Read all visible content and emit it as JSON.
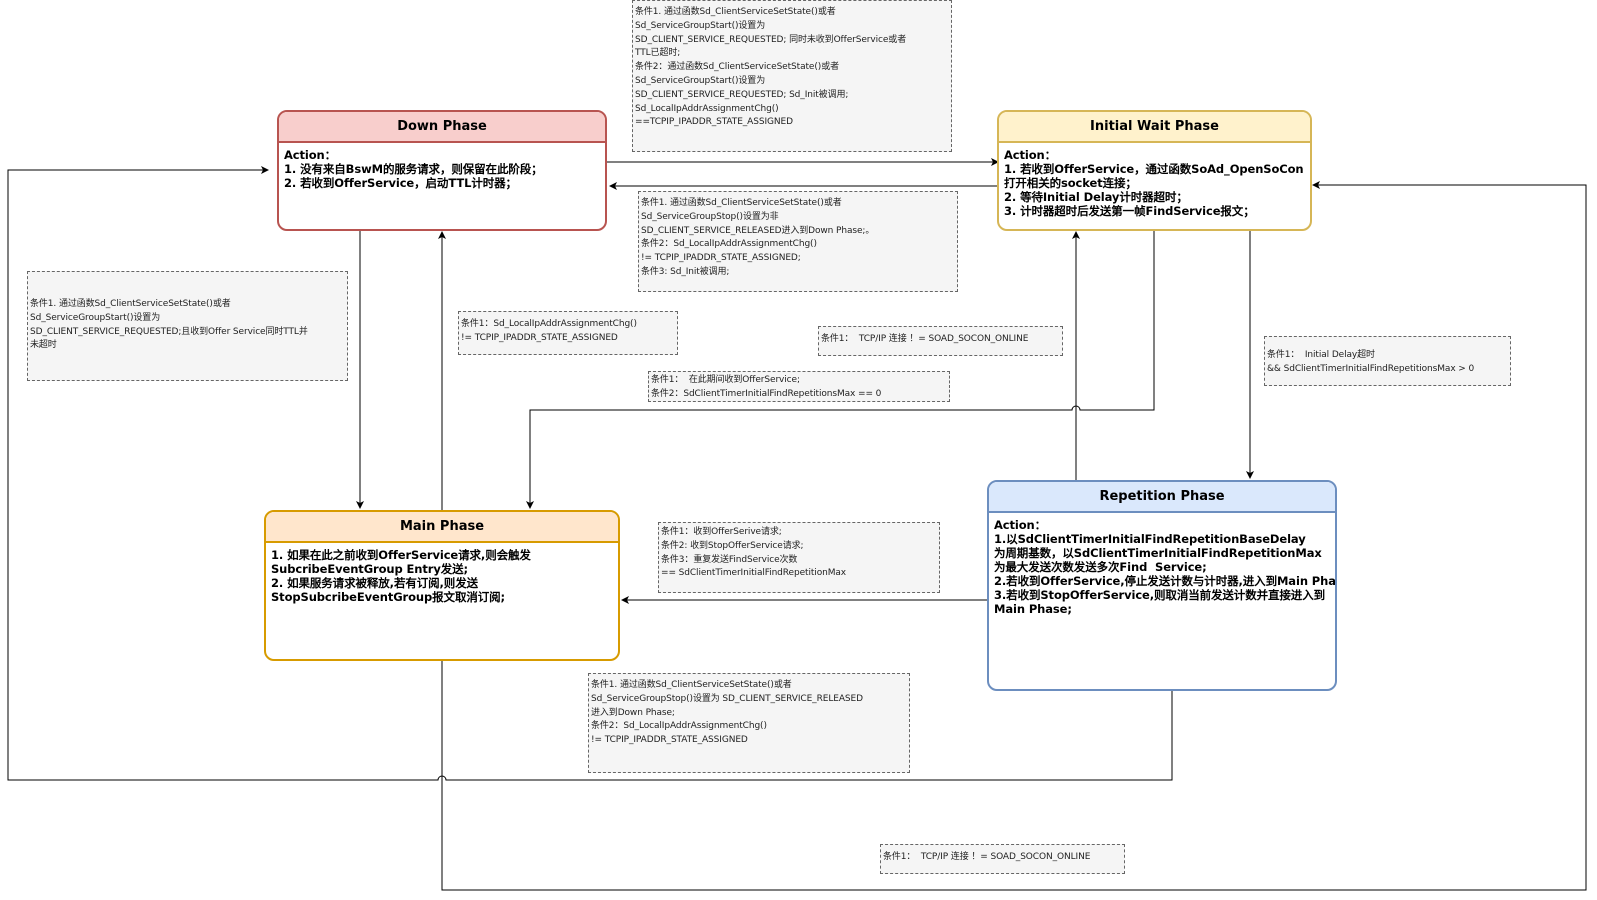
{
  "states": {
    "down": {
      "title": "Down Phase",
      "body": "Action：\n1. 没有来自BswM的服务请求，则保留在此阶段；\n2. 若收到OfferService，启动TTL计时器；",
      "fill": "#f8cecc",
      "stroke": "#b85450"
    },
    "initial_wait": {
      "title": "Initial Wait Phase",
      "body": "Action：\n1. 若收到OfferService，通过函数SoAd_OpenSoCon\n打开相关的socket连接；\n2. 等待Initial Delay计时器超时；\n3. 计时器超时后发送第一帧FindService报文；",
      "fill": "#fff2cc",
      "stroke": "#d6b656"
    },
    "main": {
      "title": "Main Phase",
      "body": "1. 如果在此之前收到OfferService请求,则会触发\nSubcribeEventGroup Entry发送;\n2. 如果服务请求被释放,若有订阅,则发送\nStopSubcribeEventGroup报文取消订阅;",
      "fill": "#ffe6cc",
      "stroke": "#d79b00"
    },
    "repetition": {
      "title": "Repetition Phase",
      "body": "Action：\n1.以SdClientTimerInitialFindRepetitionBaseDelay\n为周期基数，以SdClientTimerInitialFindRepetitionMax\n为最大发送次数发送多次Find  Service;\n2.若收到OfferService,停止发送计数与计时器,进入到Main Phase;\n3.若收到StopOfferService,则取消当前发送计数并直接进入到\nMain Phase;",
      "fill": "#dae8fc",
      "stroke": "#6c8ebf"
    }
  },
  "notes": {
    "top": [
      "条件1. 通过函数Sd_ClientServiceSetState()或者",
      "Sd_ServiceGroupStart()设置为",
      "SD_CLIENT_SERVICE_REQUESTED; 同时未收到OfferService或者",
      "TTL已超时;",
      "条件2：通过函数Sd_ClientServiceSetState()或者",
      "Sd_ServiceGroupStart()设置为",
      "SD_CLIENT_SERVICE_REQUESTED; Sd_Init被调用;",
      "Sd_LocalIpAddrAssignmentChg()",
      "==TCPIP_IPADDR_STATE_ASSIGNED"
    ],
    "back_to_down": [
      "条件1. 通过函数Sd_ClientServiceSetState()或者",
      "Sd_ServiceGroupStop()设置为非",
      "SD_CLIENT_SERVICE_RELEASED进入到Down Phase;。",
      "条件2：Sd_LocalIpAddrAssignmentChg()",
      "!= TCPIP_IPADDR_STATE_ASSIGNED;",
      "条件3: Sd_Init被调用;"
    ],
    "down_to_main": [
      "条件1. 通过函数Sd_ClientServiceSetState()或者",
      "Sd_ServiceGroupStart()设置为",
      "SD_CLIENT_SERVICE_REQUESTED;且收到Offer Service同时TTL并",
      "未超时"
    ],
    "main_to_down": [
      "条件1：Sd_LocalIpAddrAssignmentChg()",
      "!= TCPIP_IPADDR_STATE_ASSIGNED"
    ],
    "tcpip_mid": [
      "条件1：  TCP/IP 连接 ！= SOAD_SOCON_ONLINE"
    ],
    "wait_to_main": [
      "条件1：  在此期间收到OfferService;",
      "条件2：SdClientTimerInitialFindRepetitionsMax == 0"
    ],
    "wait_to_rep": [
      "条件1：  Initial Delay超时",
      "&& SdClientTimerInitialFindRepetitionsMax > 0"
    ],
    "rep_to_main": [
      "条件1：收到OfferSerive请求;",
      "条件2: 收到StopOfferService请求;",
      "条件3：重复发送FindService次数",
      "== SdClientTimerInitialFindRepetitionMax"
    ],
    "bottom_release": [
      "条件1. 通过函数Sd_ClientServiceSetState()或者",
      "Sd_ServiceGroupStop()设置为 SD_CLIENT_SERVICE_RELEASED",
      "进入到Down Phase;",
      "条件2：Sd_LocalIpAddrAssignmentChg()",
      "!= TCPIP_IPADDR_STATE_ASSIGNED"
    ],
    "tcpip_bottom": [
      "条件1：  TCP/IP 连接 ！= SOAD_SOCON_ONLINE"
    ]
  }
}
